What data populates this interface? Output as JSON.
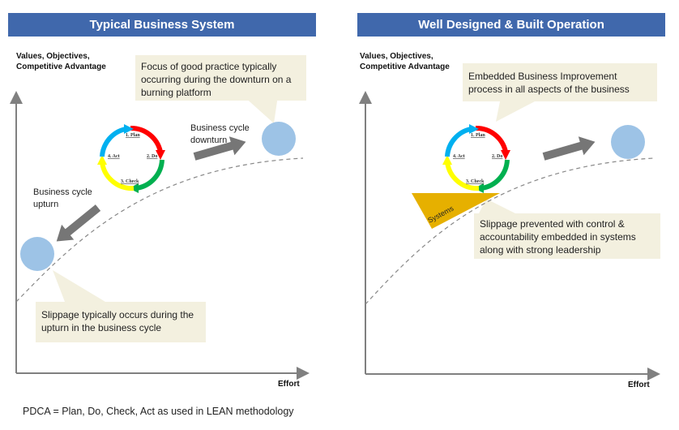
{
  "left_panel": {
    "title": "Typical Business System",
    "y_axis_label_line1": "Values, Objectives,",
    "y_axis_label_line2": "Competitive Advantage",
    "x_axis_label": "Effort",
    "callout_top": "Focus of good practice typically occurring during the downturn on a burning platform",
    "callout_bottom": "Slippage typically occurs during the upturn in the business cycle",
    "downturn_label_line1": "Business cycle",
    "downturn_label_line2": "downturn",
    "upturn_label_line1": "Business cycle",
    "upturn_label_line2": "upturn",
    "pdca": {
      "plan": "1. Plan",
      "do": "2. Do",
      "check": "3. Check",
      "act": "4. Act"
    }
  },
  "right_panel": {
    "title": "Well Designed & Built Operation",
    "y_axis_label_line1": "Values, Objectives,",
    "y_axis_label_line2": "Competitive Advantage",
    "x_axis_label": "Effort",
    "callout_top": "Embedded Business Improvement process in all aspects of the business",
    "callout_bottom": "Slippage prevented with control & accountability embedded in systems along with strong leadership",
    "wedge_label": "Systems",
    "pdca": {
      "plan": "1. Plan",
      "do": "2. Do",
      "check": "3. Check",
      "act": "4. Act"
    }
  },
  "footer_note": "PDCA = Plan, Do, Check, Act as used in LEAN methodology",
  "colors": {
    "header_blue": "#4068ac",
    "callout_bg": "#f3f0df",
    "ball_blue": "#9dc3e6",
    "arrow_gray": "#767676",
    "axis_gray": "#808080",
    "pdca_red": "#ff0000",
    "pdca_green": "#00b050",
    "pdca_yellow": "#ffff00",
    "pdca_blue": "#00b0f0",
    "systems_gold": "#e6b000"
  }
}
